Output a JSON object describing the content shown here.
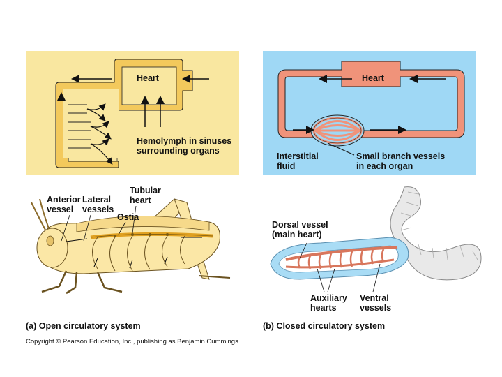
{
  "open_system": {
    "heart": "Heart",
    "hemolymph_line1": "Hemolymph in sinuses",
    "hemolymph_line2": "surrounding organs",
    "anterior_vessel_1": "Anterior",
    "anterior_vessel_2": "vessel",
    "lateral_vessels_1": "Lateral",
    "lateral_vessels_2": "vessels",
    "tubular_heart_1": "Tubular",
    "tubular_heart_2": "heart",
    "ostia": "Ostia",
    "caption": "(a) Open circulatory system"
  },
  "closed_system": {
    "heart": "Heart",
    "interstitial_1": "Interstitial",
    "interstitial_2": "fluid",
    "small_branch_1": "Small branch vessels",
    "small_branch_2": "in each organ",
    "dorsal_vessel_1": "Dorsal vessel",
    "dorsal_vessel_2": "(main heart)",
    "auxiliary_1": "Auxiliary",
    "auxiliary_2": "hearts",
    "ventral_1": "Ventral",
    "ventral_2": "vessels",
    "caption": "(b) Closed circulatory system"
  },
  "copyright": "Copyright © Pearson Education, Inc., publishing as Benjamin Cummings.",
  "colors": {
    "open_panel_bg": "#f9e7a0",
    "closed_panel_bg": "#9fd8f5",
    "hemolymph_vessel": "#f3c95c",
    "blood_vessel": "#f0937a",
    "insect_body": "#fbe7a6",
    "worm_body": "#e9e9e9"
  }
}
